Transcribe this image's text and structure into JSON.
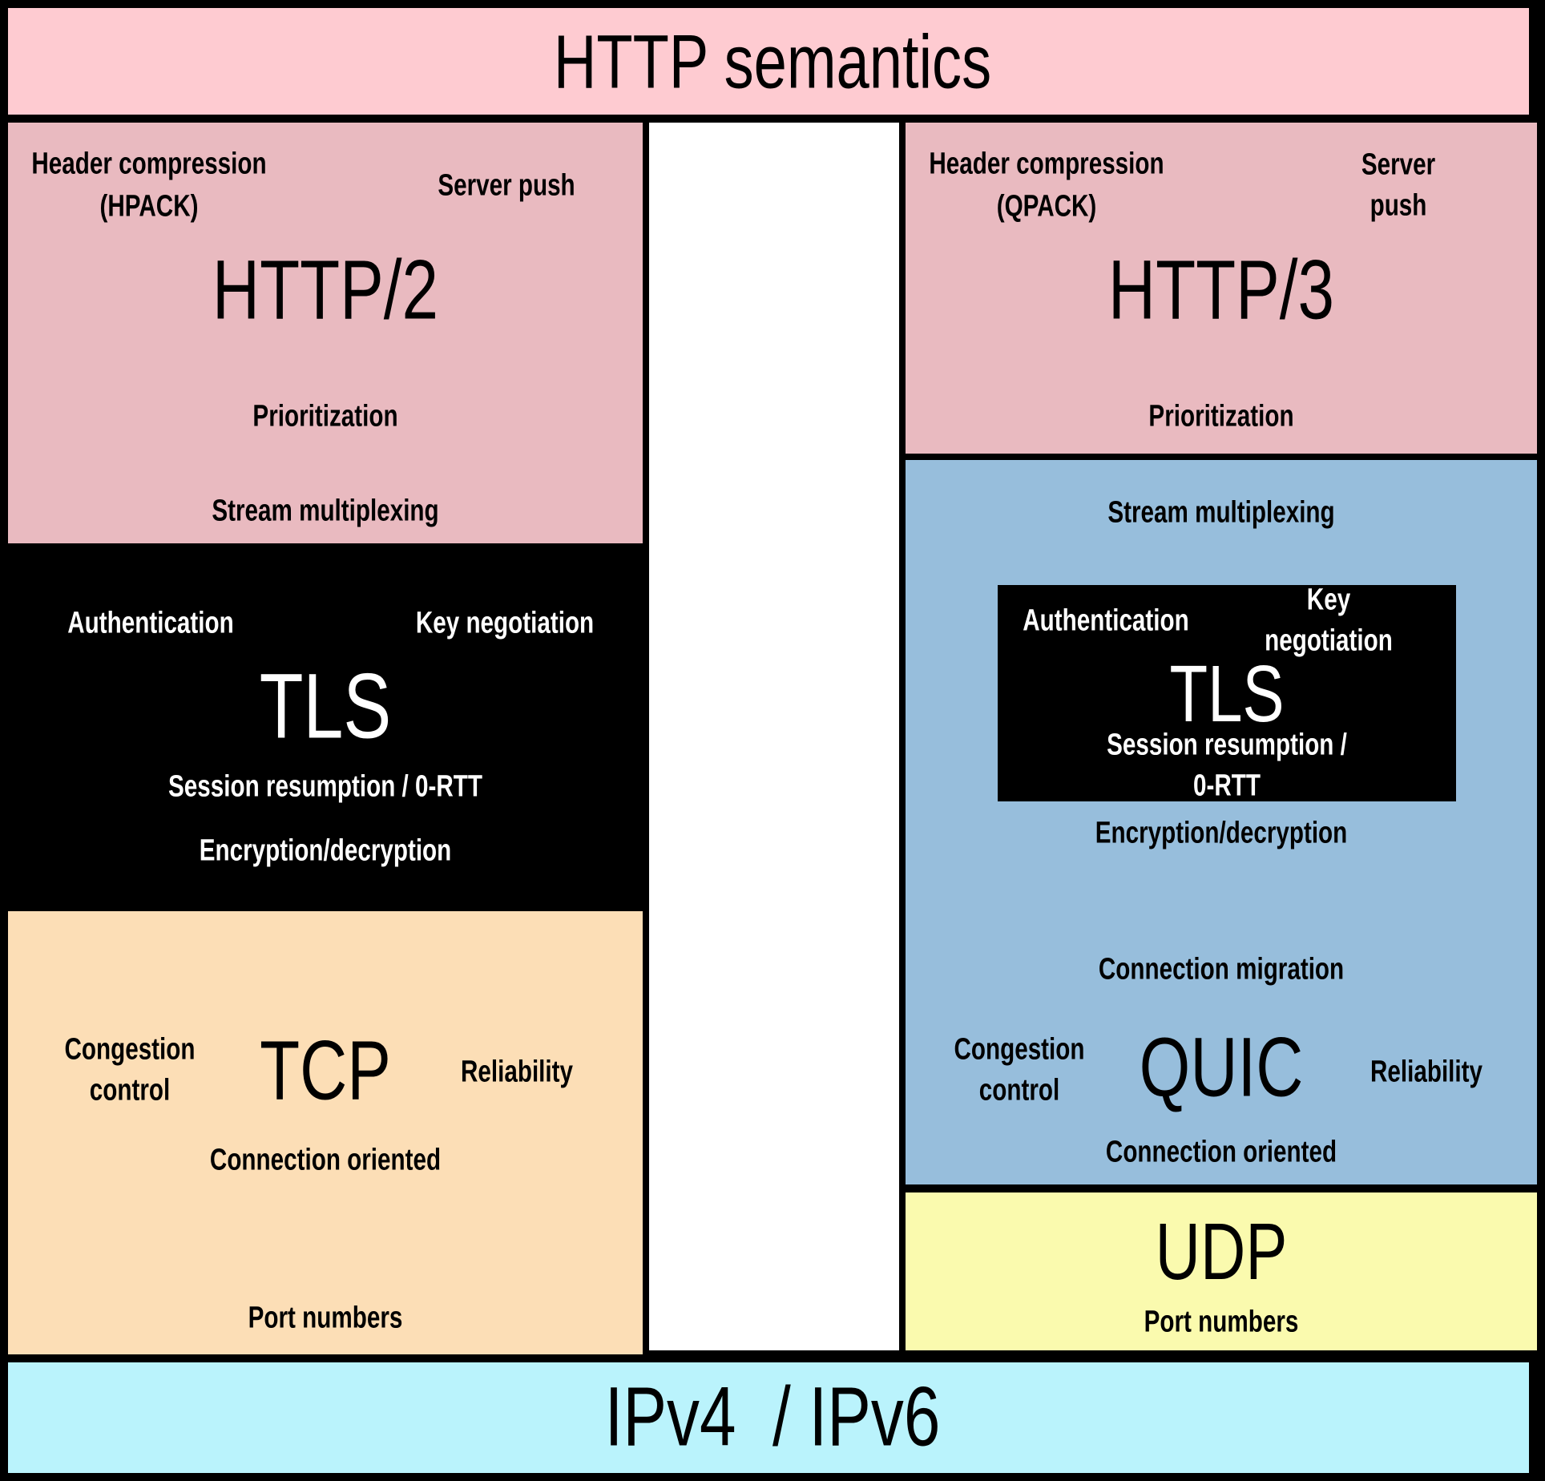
{
  "colors": {
    "border": "#000000",
    "banner_pink": "#FECBD1",
    "rose": "#E9BAC0",
    "tls_black": "#000000",
    "tcp_peach": "#FCDEB6",
    "quic_blue": "#97BEDC",
    "udp_yellow": "#FAFAAE",
    "ip_cyan": "#BAF3FC",
    "gap_white": "#FFFFFF",
    "text_dark": "#000000",
    "text_light": "#FFFFFF"
  },
  "banner": {
    "title": "HTTP semantics"
  },
  "left_stack": {
    "http2": {
      "title": "HTTP/2",
      "header_compression": "Header compression",
      "codec": "(HPACK)",
      "server_push": "Server push",
      "prioritization": "Prioritization",
      "stream_multiplexing": "Stream multiplexing"
    },
    "tls": {
      "title": "TLS",
      "authentication": "Authentication",
      "key_negotiation": "Key negotiation",
      "session_resumption": "Session resumption / 0-RTT",
      "encryption": "Encryption/decryption"
    },
    "tcp": {
      "title": "TCP",
      "congestion_control": "Congestion\ncontrol",
      "reliability": "Reliability",
      "connection_oriented": "Connection oriented",
      "port_numbers": "Port numbers"
    }
  },
  "right_stack": {
    "http3": {
      "title": "HTTP/3",
      "header_compression": "Header compression",
      "codec": "(QPACK)",
      "server_push": "Server push",
      "prioritization": "Prioritization"
    },
    "quic": {
      "title": "QUIC",
      "stream_multiplexing": "Stream multiplexing",
      "encryption": "Encryption/decryption",
      "connection_migration": "Connection migration",
      "congestion_control": "Congestion\ncontrol",
      "reliability": "Reliability",
      "connection_oriented": "Connection oriented"
    },
    "tls": {
      "title": "TLS",
      "authentication": "Authentication",
      "key_negotiation": "Key negotiation",
      "session_resumption": "Session resumption / 0-RTT"
    },
    "udp": {
      "title": "UDP",
      "port_numbers": "Port numbers"
    }
  },
  "footer": {
    "title": "IPv4  / IPv6"
  }
}
